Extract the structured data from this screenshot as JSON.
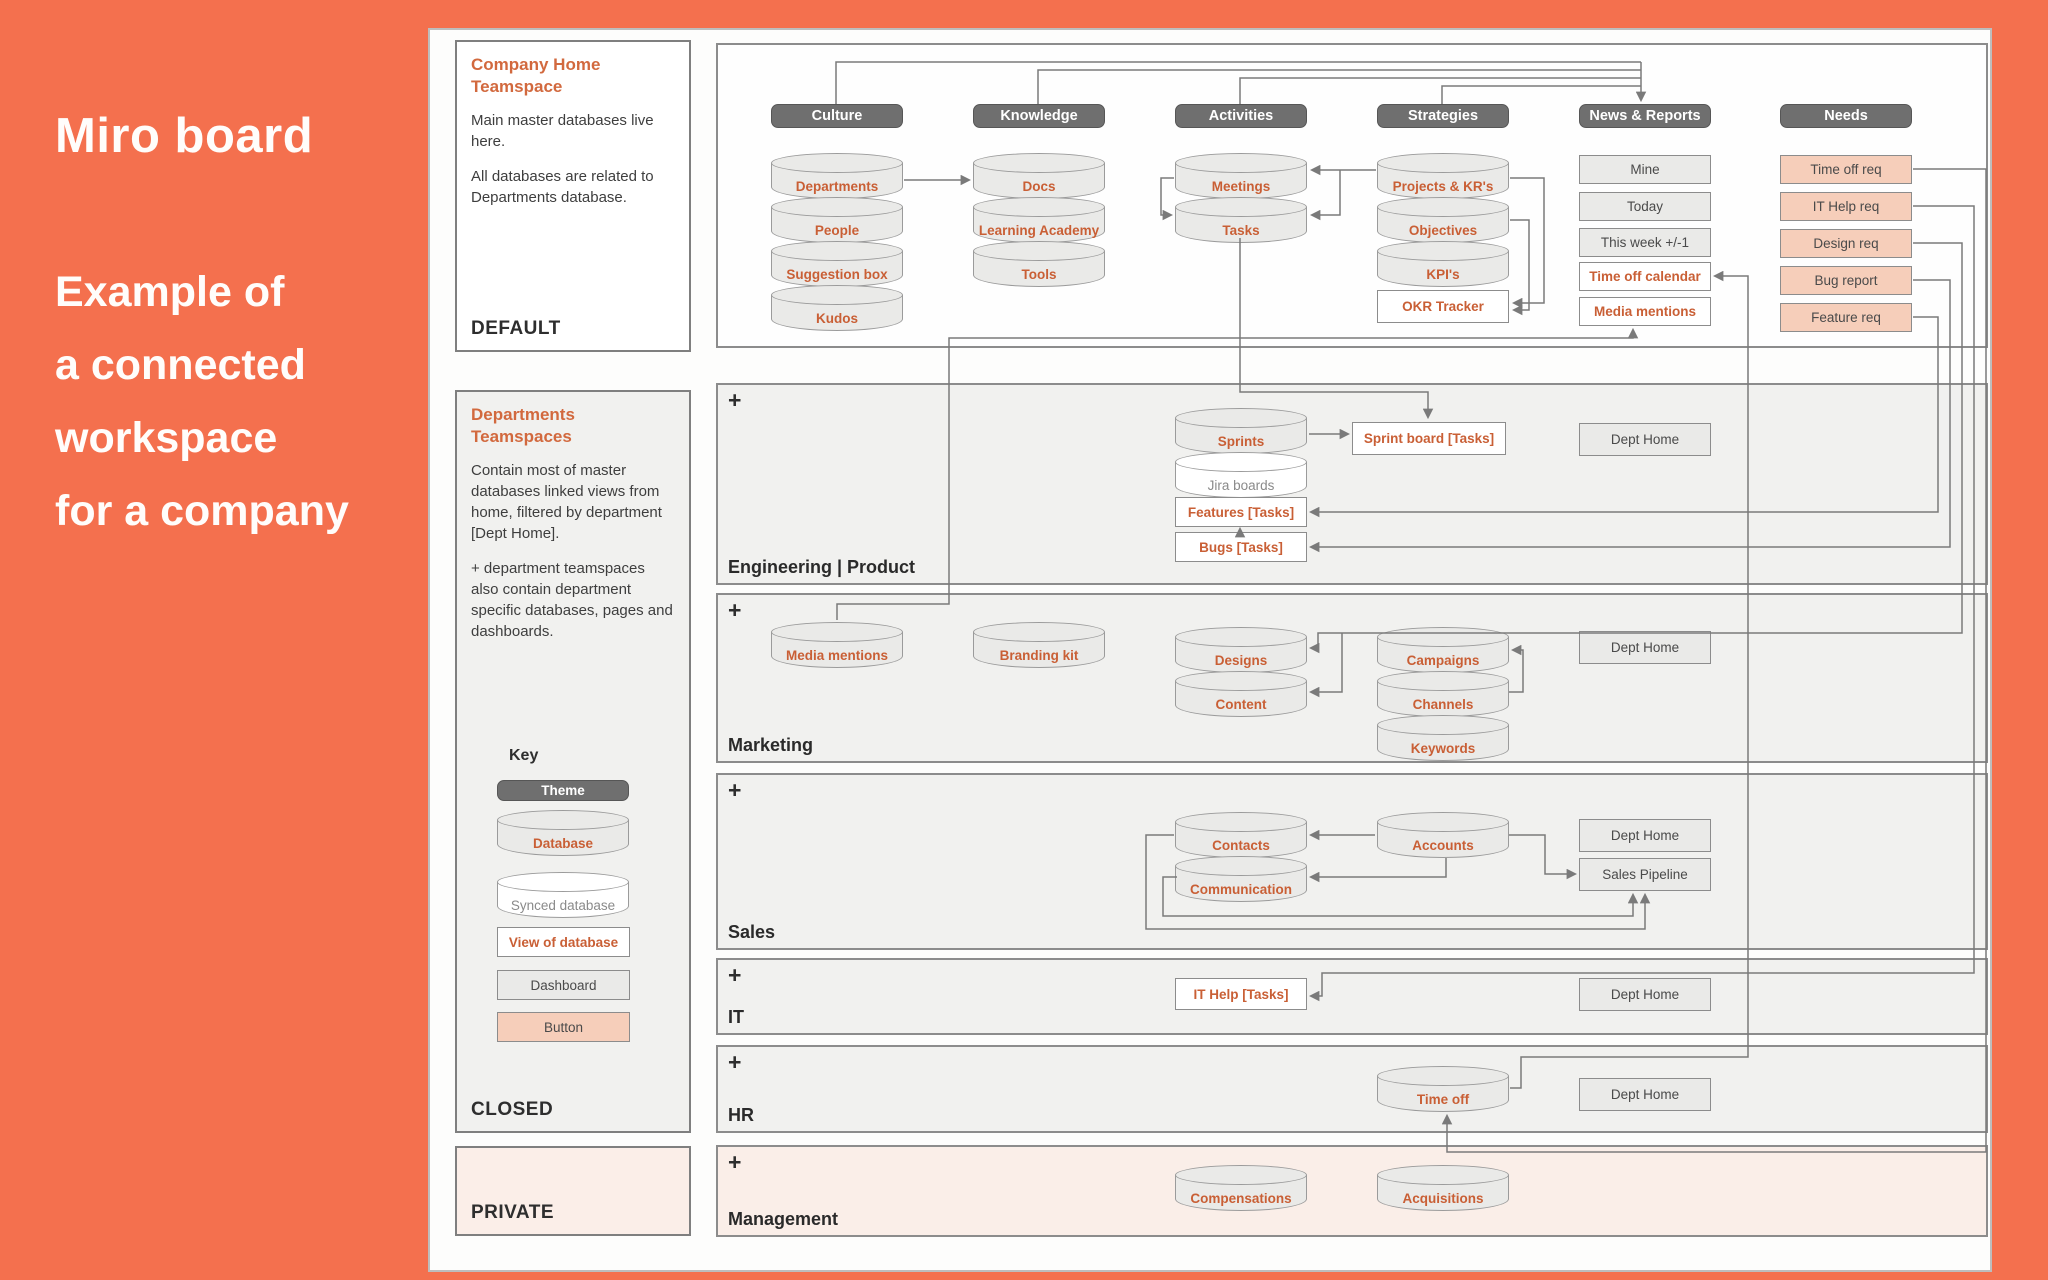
{
  "banner": {
    "title": "Miro board",
    "subtitle": "Example of\na connected\nworkspace\nfor a company"
  },
  "sidebar": {
    "company_home": {
      "title": "Company Home Teamspace",
      "body1": "Main master databases live here.",
      "body2": "All databases are related to Departments database.",
      "footer": "DEFAULT"
    },
    "departments": {
      "title": "Departments Teamspaces",
      "body1": "Contain most of master databases linked views from home, filtered by department [Dept Home].",
      "body2": "+ department teamspaces also contain department specific databases, pages and dashboards.",
      "footer": "CLOSED",
      "key": {
        "title": "Key",
        "theme": "Theme",
        "database": "Database",
        "synced": "Synced database",
        "view": "View of database",
        "dashboard": "Dashboard",
        "button": "Button"
      }
    },
    "private": {
      "footer": "PRIVATE"
    }
  },
  "themes": {
    "culture": "Culture",
    "knowledge": "Knowledge",
    "activities": "Activities",
    "strategies": "Strategies",
    "news": "News & Reports",
    "needs": "Needs"
  },
  "home": {
    "culture_items": [
      "Departments",
      "People",
      "Suggestion box",
      "Kudos"
    ],
    "knowledge_items": [
      "Docs",
      "Learning Academy",
      "Tools"
    ],
    "activities_items": [
      "Meetings",
      "Tasks"
    ],
    "strategies_items": [
      "Projects & KR's",
      "Objectives",
      "KPI's"
    ],
    "strategies_view": "OKR Tracker",
    "news_items": [
      "Mine",
      "Today",
      "This week +/-1"
    ],
    "news_views": [
      "Time off calendar",
      "Media mentions"
    ],
    "needs_buttons": [
      "Time off req",
      "IT Help req",
      "Design req",
      "Bug report",
      "Feature req"
    ]
  },
  "sections": {
    "engineering": {
      "label": "Engineering | Product",
      "sprints": "Sprints",
      "jira": "Jira boards",
      "features": "Features [Tasks]",
      "bugs": "Bugs [Tasks]",
      "sprint_board": "Sprint board [Tasks]",
      "dept_home": "Dept Home"
    },
    "marketing": {
      "label": "Marketing",
      "media_mentions": "Media mentions",
      "branding_kit": "Branding kit",
      "designs": "Designs",
      "content": "Content",
      "campaigns": "Campaigns",
      "channels": "Channels",
      "keywords": "Keywords",
      "dept_home": "Dept Home"
    },
    "sales": {
      "label": "Sales",
      "contacts": "Contacts",
      "communication": "Communication",
      "accounts": "Accounts",
      "dept_home": "Dept Home",
      "sales_pipeline": "Sales Pipeline"
    },
    "it": {
      "label": "IT",
      "it_help": "IT Help [Tasks]",
      "dept_home": "Dept Home"
    },
    "hr": {
      "label": "HR",
      "time_off": "Time off",
      "dept_home": "Dept Home"
    },
    "management": {
      "label": "Management",
      "compensations": "Compensations",
      "acquisitions": "Acquisitions"
    }
  },
  "ui": {
    "plus": "+"
  },
  "colors": {
    "background": "#F4704E",
    "accent_orange": "#C95F35",
    "theme_pill_gray": "#6F6F6F",
    "button_peach": "#F6CEBA",
    "panel_pink": "#FBEEE8",
    "section_gray": "#F1F1EF"
  }
}
